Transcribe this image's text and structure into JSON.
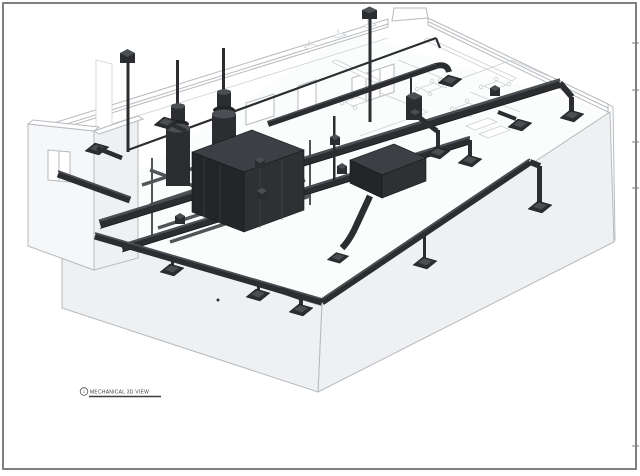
{
  "view_title": {
    "number": "1",
    "label": "MECHANICAL 3D VIEW"
  },
  "drawing": {
    "name": "mechanical-3d-view",
    "type": "isometric-bim-hvac-view",
    "components": [
      "building-shell",
      "parapet",
      "left-wing",
      "front-walls",
      "interior-partitions",
      "furniture",
      "air-handling-unit",
      "rooftop-unit",
      "fan-coil-unit",
      "flue-stacks",
      "supply-duct-trunks",
      "perimeter-ducts",
      "gas-pipe",
      "vent-pipes",
      "diffuser-drops",
      "diffuser-feet",
      "duct-taps"
    ]
  },
  "colors": {
    "page_background": "#ffffff",
    "page_border": "#7d7f82",
    "building_line": "#b6babe",
    "building_faint": "#ccd0d3",
    "wall_fill": "#eef0f1",
    "duct_body": "#2b2d30",
    "duct_top": "#4b4e52",
    "duct_edge": "#17181a",
    "title_text": "#3a3b3c"
  }
}
